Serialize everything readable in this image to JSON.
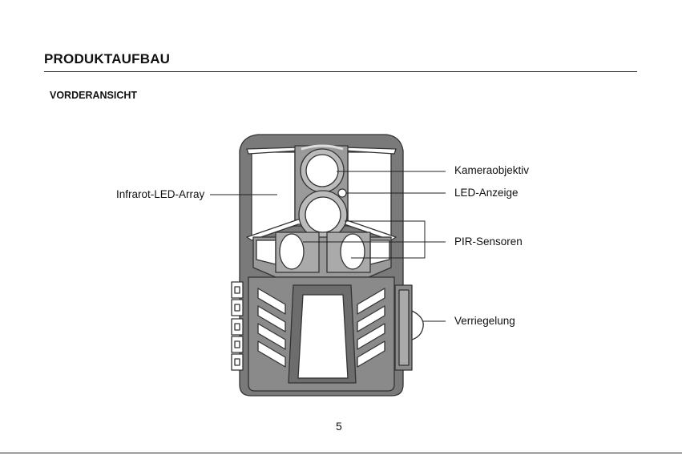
{
  "page": {
    "title": "PRODUKTAUFBAU",
    "subtitle": "VORDERANSICHT",
    "page_number": "5"
  },
  "callouts": {
    "camera_lens": "Kameraobjektiv",
    "led_indicator": "LED-Anzeige",
    "ir_led_array": "Infrarot-LED-Array",
    "pir_sensors": "PIR-Sensoren",
    "latch": "Verriegelung"
  },
  "colors": {
    "body": "#777777",
    "panel": "#ffffff",
    "ink": "#333333"
  }
}
